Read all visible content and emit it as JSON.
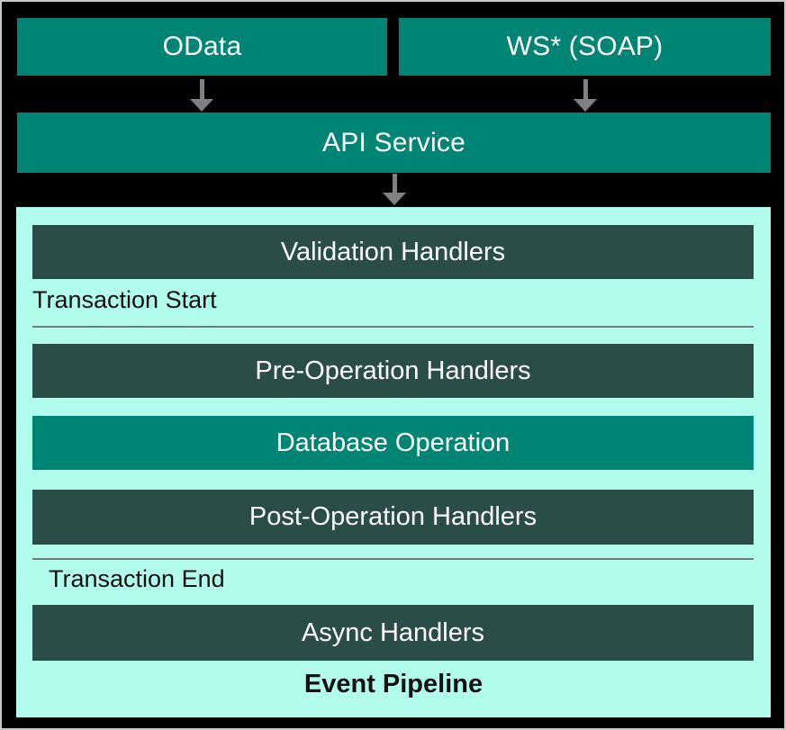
{
  "colors": {
    "background": "#000000",
    "frame_border": "#c8c8c8",
    "teal_box": "#008574",
    "dark_slate_box": "#2a4d47",
    "pipeline_background": "#b2fcee",
    "arrow_gray": "#808080",
    "divider_gray": "#6e7e7b",
    "light_text": "#ffffff",
    "dark_text": "#111111"
  },
  "endpoints": [
    {
      "label": "OData"
    },
    {
      "label": "WS* (SOAP)"
    }
  ],
  "api_service": {
    "label": "API Service"
  },
  "pipeline": {
    "title": "Event Pipeline",
    "transaction_start_label": "Transaction Start",
    "transaction_end_label": "Transaction End",
    "stages": [
      {
        "label": "Validation Handlers",
        "style": "dark"
      },
      {
        "label": "Pre-Operation Handlers",
        "style": "dark"
      },
      {
        "label": "Database Operation",
        "style": "teal"
      },
      {
        "label": "Post-Operation Handlers",
        "style": "dark"
      },
      {
        "label": "Async Handlers",
        "style": "dark"
      }
    ]
  }
}
